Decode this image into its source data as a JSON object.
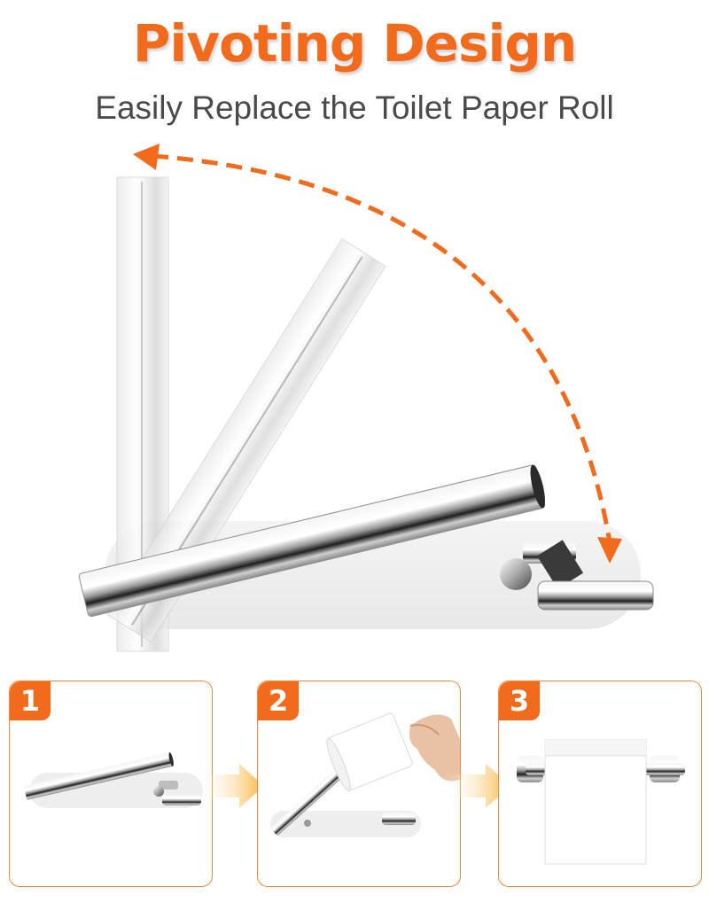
{
  "header": {
    "title": "Pivoting Design",
    "subtitle": "Easily Replace the Toilet Paper Roll"
  },
  "colors": {
    "accent": "#f26a1b",
    "text": "#4a4a4a",
    "step_border": "#f08a3c",
    "arrow_yellow": "#f7b53b"
  },
  "steps": [
    {
      "number": "1"
    },
    {
      "number": "2"
    },
    {
      "number": "3"
    }
  ]
}
